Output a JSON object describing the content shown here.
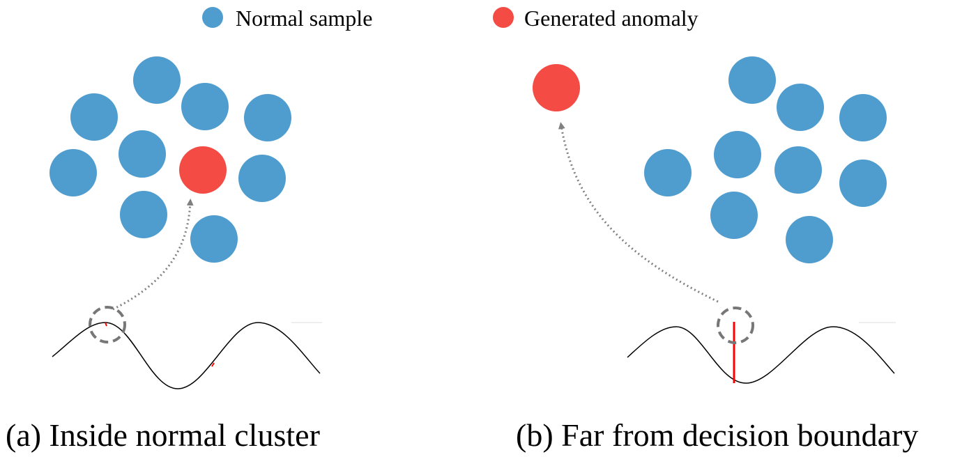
{
  "legend": {
    "items": [
      {
        "label": "Normal sample",
        "color": "#4f9ccf"
      },
      {
        "label": "Generated anomaly",
        "color": "#f44b45"
      }
    ]
  },
  "panels": [
    {
      "caption": "(a) Inside normal cluster"
    },
    {
      "caption": "(b) Far from decision boundary"
    }
  ],
  "colors": {
    "normal": "#4f9ccf",
    "anomaly": "#f44b45",
    "arrow": "#808080",
    "curve": "#000000",
    "marker": "#ff0000"
  }
}
